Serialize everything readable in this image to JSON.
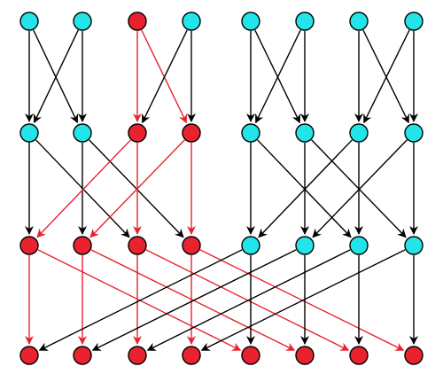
{
  "colors": {
    "node_cyan": "#22e4e9",
    "node_red": "#e8222f",
    "node_stroke": "#000000",
    "edge_black": "#000000",
    "edge_red": "#e8222f",
    "background": "#ffffff"
  },
  "levels": 4,
  "columns": 8,
  "nodes": [
    [
      "cyan",
      "cyan",
      "red",
      "cyan",
      "cyan",
      "cyan",
      "cyan",
      "cyan"
    ],
    [
      "cyan",
      "cyan",
      "red",
      "red",
      "cyan",
      "cyan",
      "cyan",
      "cyan"
    ],
    [
      "red",
      "red",
      "red",
      "red",
      "cyan",
      "cyan",
      "cyan",
      "cyan"
    ],
    [
      "red",
      "red",
      "red",
      "red",
      "red",
      "red",
      "red",
      "red"
    ]
  ],
  "edges": [
    {
      "from": [
        0,
        0
      ],
      "to": [
        1,
        0
      ],
      "color": "black"
    },
    {
      "from": [
        0,
        0
      ],
      "to": [
        1,
        1
      ],
      "color": "black"
    },
    {
      "from": [
        0,
        1
      ],
      "to": [
        1,
        0
      ],
      "color": "black"
    },
    {
      "from": [
        0,
        1
      ],
      "to": [
        1,
        1
      ],
      "color": "black"
    },
    {
      "from": [
        0,
        2
      ],
      "to": [
        1,
        2
      ],
      "color": "red"
    },
    {
      "from": [
        0,
        2
      ],
      "to": [
        1,
        3
      ],
      "color": "red"
    },
    {
      "from": [
        0,
        3
      ],
      "to": [
        1,
        2
      ],
      "color": "black"
    },
    {
      "from": [
        0,
        3
      ],
      "to": [
        1,
        3
      ],
      "color": "black"
    },
    {
      "from": [
        0,
        4
      ],
      "to": [
        1,
        4
      ],
      "color": "black"
    },
    {
      "from": [
        0,
        4
      ],
      "to": [
        1,
        5
      ],
      "color": "black"
    },
    {
      "from": [
        0,
        5
      ],
      "to": [
        1,
        4
      ],
      "color": "black"
    },
    {
      "from": [
        0,
        5
      ],
      "to": [
        1,
        5
      ],
      "color": "black"
    },
    {
      "from": [
        0,
        6
      ],
      "to": [
        1,
        6
      ],
      "color": "black"
    },
    {
      "from": [
        0,
        6
      ],
      "to": [
        1,
        7
      ],
      "color": "black"
    },
    {
      "from": [
        0,
        7
      ],
      "to": [
        1,
        6
      ],
      "color": "black"
    },
    {
      "from": [
        0,
        7
      ],
      "to": [
        1,
        7
      ],
      "color": "black"
    },
    {
      "from": [
        1,
        0
      ],
      "to": [
        2,
        0
      ],
      "color": "black"
    },
    {
      "from": [
        1,
        0
      ],
      "to": [
        2,
        2
      ],
      "color": "black"
    },
    {
      "from": [
        1,
        1
      ],
      "to": [
        2,
        1
      ],
      "color": "black"
    },
    {
      "from": [
        1,
        1
      ],
      "to": [
        2,
        3
      ],
      "color": "black"
    },
    {
      "from": [
        1,
        2
      ],
      "to": [
        2,
        0
      ],
      "color": "red"
    },
    {
      "from": [
        1,
        2
      ],
      "to": [
        2,
        2
      ],
      "color": "red"
    },
    {
      "from": [
        1,
        3
      ],
      "to": [
        2,
        1
      ],
      "color": "red"
    },
    {
      "from": [
        1,
        3
      ],
      "to": [
        2,
        3
      ],
      "color": "red"
    },
    {
      "from": [
        1,
        4
      ],
      "to": [
        2,
        4
      ],
      "color": "black"
    },
    {
      "from": [
        1,
        4
      ],
      "to": [
        2,
        6
      ],
      "color": "black"
    },
    {
      "from": [
        1,
        5
      ],
      "to": [
        2,
        5
      ],
      "color": "black"
    },
    {
      "from": [
        1,
        5
      ],
      "to": [
        2,
        7
      ],
      "color": "black"
    },
    {
      "from": [
        1,
        6
      ],
      "to": [
        2,
        4
      ],
      "color": "black"
    },
    {
      "from": [
        1,
        6
      ],
      "to": [
        2,
        6
      ],
      "color": "black"
    },
    {
      "from": [
        1,
        7
      ],
      "to": [
        2,
        5
      ],
      "color": "black"
    },
    {
      "from": [
        1,
        7
      ],
      "to": [
        2,
        7
      ],
      "color": "black"
    },
    {
      "from": [
        2,
        0
      ],
      "to": [
        3,
        0
      ],
      "color": "red"
    },
    {
      "from": [
        2,
        0
      ],
      "to": [
        3,
        4
      ],
      "color": "red"
    },
    {
      "from": [
        2,
        1
      ],
      "to": [
        3,
        1
      ],
      "color": "red"
    },
    {
      "from": [
        2,
        1
      ],
      "to": [
        3,
        5
      ],
      "color": "red"
    },
    {
      "from": [
        2,
        2
      ],
      "to": [
        3,
        2
      ],
      "color": "red"
    },
    {
      "from": [
        2,
        2
      ],
      "to": [
        3,
        6
      ],
      "color": "red"
    },
    {
      "from": [
        2,
        3
      ],
      "to": [
        3,
        3
      ],
      "color": "red"
    },
    {
      "from": [
        2,
        3
      ],
      "to": [
        3,
        7
      ],
      "color": "red"
    },
    {
      "from": [
        2,
        4
      ],
      "to": [
        3,
        0
      ],
      "color": "black"
    },
    {
      "from": [
        2,
        4
      ],
      "to": [
        3,
        4
      ],
      "color": "black"
    },
    {
      "from": [
        2,
        5
      ],
      "to": [
        3,
        1
      ],
      "color": "black"
    },
    {
      "from": [
        2,
        5
      ],
      "to": [
        3,
        5
      ],
      "color": "black"
    },
    {
      "from": [
        2,
        6
      ],
      "to": [
        3,
        2
      ],
      "color": "black"
    },
    {
      "from": [
        2,
        6
      ],
      "to": [
        3,
        6
      ],
      "color": "black"
    },
    {
      "from": [
        2,
        7
      ],
      "to": [
        3,
        3
      ],
      "color": "black"
    },
    {
      "from": [
        2,
        7
      ],
      "to": [
        3,
        7
      ],
      "color": "black"
    }
  ]
}
